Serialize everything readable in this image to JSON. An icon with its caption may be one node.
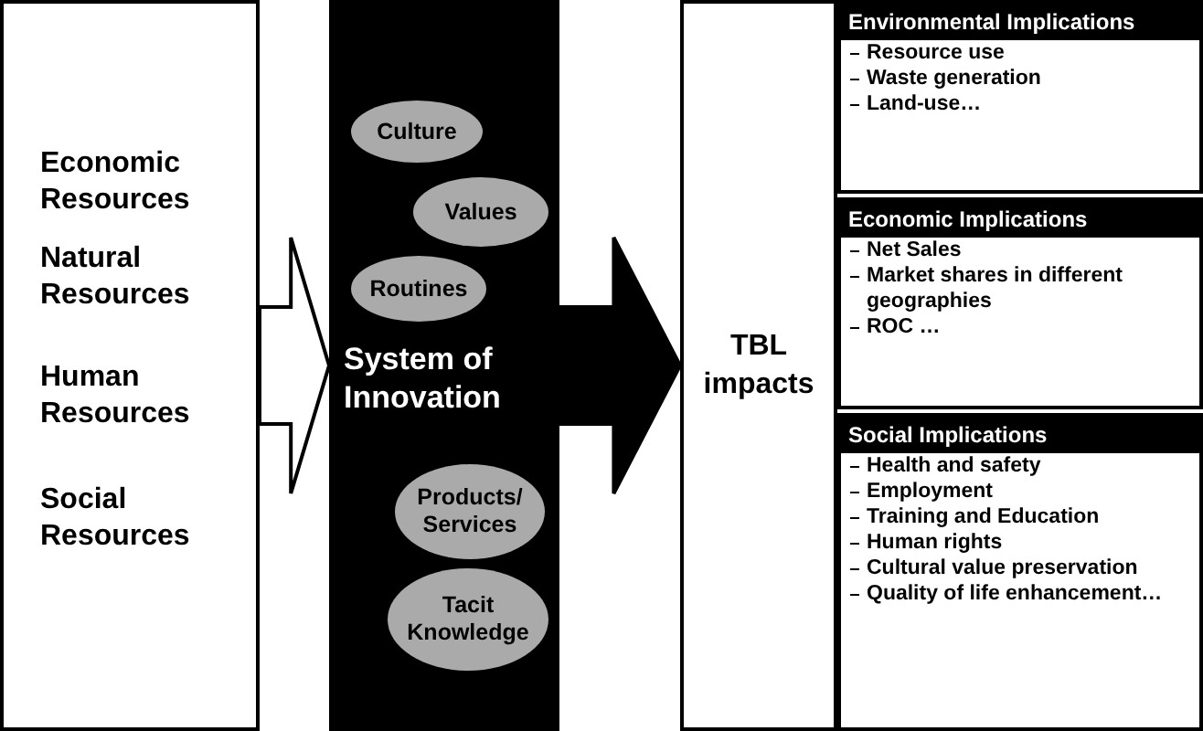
{
  "diagram": {
    "nodes": [
      {
        "text": [
          "Economic Resources",
          "Natural Resources",
          "Human Resources",
          "Social Resources"
        ]
      },
      {
        "text": [
          "System of Innovation"
        ]
      },
      {
        "text": [
          "Culture"
        ],
        "in": 1
      },
      {
        "text": [
          "Values"
        ],
        "in": 1
      },
      {
        "text": [
          "Routines"
        ],
        "in": 1
      },
      {
        "text": [
          "Products/ Services"
        ],
        "in": 1
      },
      {
        "text": [
          "Tacit Knowledge"
        ],
        "in": 1
      },
      {
        "text": [
          "TBL impacts"
        ]
      },
      {
        "text": [
          "Environmental Implications",
          "Resource use",
          "Waste generation",
          "Land-use…"
        ]
      },
      {
        "text": [
          "Economic Implications",
          "Net Sales",
          "Market shares in different geographies",
          "ROC …"
        ]
      },
      {
        "text": [
          "Social Implications",
          "Health and safety",
          "Employment",
          "Training and Education",
          "Human rights",
          "Cultural value preservation",
          "Quality of life enhancement…"
        ]
      }
    ],
    "edges": [
      {
        "from": 0,
        "to": 1,
        "arrow": "to"
      },
      {
        "from": 1,
        "to": 7,
        "arrow": "to"
      }
    ]
  }
}
